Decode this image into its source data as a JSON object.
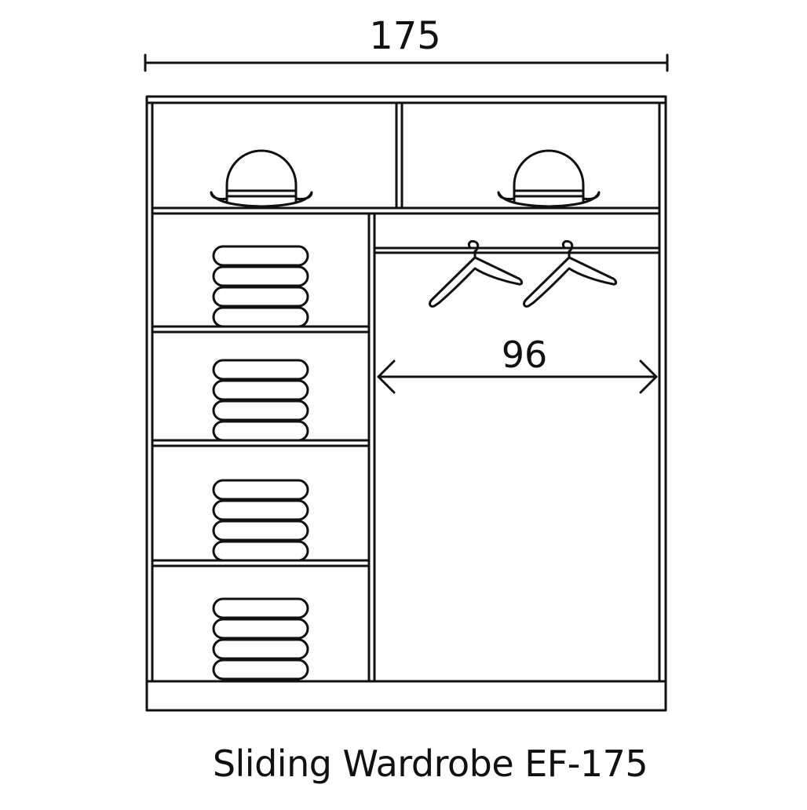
{
  "dimensions": {
    "total_width": "175",
    "hanging_width": "96"
  },
  "caption": {
    "product_name": "Sliding Wardrobe EF-175"
  },
  "colors": {
    "line": "#111111",
    "background": "#ffffff"
  },
  "icons": {
    "top_shelf": [
      "hat-icon",
      "hat-icon"
    ],
    "hanging_rail": [
      "hanger-icon",
      "hanger-icon"
    ],
    "shelves": [
      "folded-clothes-icon",
      "folded-clothes-icon",
      "folded-clothes-icon",
      "folded-clothes-icon"
    ]
  }
}
